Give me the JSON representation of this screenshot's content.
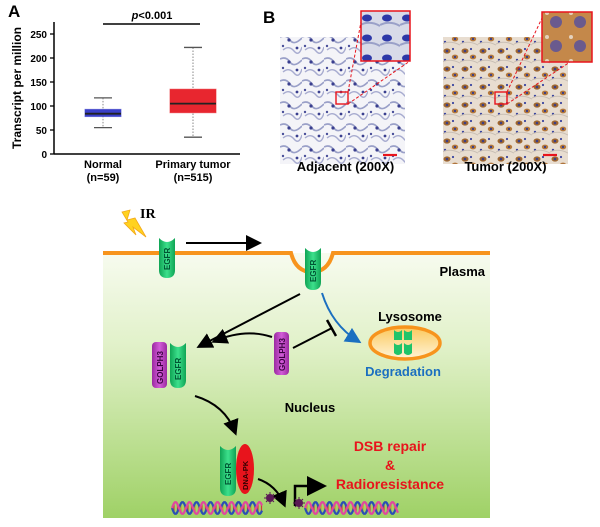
{
  "panel_a": {
    "label": "A",
    "chart_data": {
      "type": "box",
      "title": "",
      "ylabel": "Transcript per million",
      "xlabel": "",
      "ylim": [
        0,
        275
      ],
      "yticks": [
        0,
        50,
        100,
        150,
        200,
        250
      ],
      "categories": [
        "Normal",
        "Primary tumor"
      ],
      "category_sublabels": [
        "(n=59)",
        "(n=515)"
      ],
      "series": [
        {
          "name": "Normal",
          "n": 59,
          "min": 55,
          "q1": 78,
          "median": 84,
          "q3": 93,
          "max": 117,
          "color": "#3a3fc8"
        },
        {
          "name": "Primary tumor",
          "n": 515,
          "min": 35,
          "q1": 86,
          "median": 105,
          "q3": 135,
          "max": 222,
          "color": "#e8262f"
        }
      ],
      "annotation": {
        "text": "p<0.001",
        "italic_part": "p",
        "rest": "<0.001"
      }
    }
  },
  "panel_b": {
    "label": "B",
    "images": [
      {
        "caption": "Adjacent (200X)",
        "stain": "negative"
      },
      {
        "caption": "Tumor (200X)",
        "stain": "positive"
      }
    ]
  },
  "diagram": {
    "ir_label": "IR",
    "plasma_label": "Plasma",
    "lysosome_label": "Lysosome",
    "degradation_label": "Degradation",
    "nucleus_label": "Nucleus",
    "outcome_line1": "DSB repair",
    "outcome_line2": "&",
    "outcome_line3": "Radioresistance",
    "proteins": {
      "egfr": "EGFR",
      "golph3": "GOLPH3",
      "dnapk": "DNA-PK"
    },
    "colors": {
      "membrane": "#f7941d",
      "egfr": "#1fc46a",
      "golph3": "#b53dbb",
      "dnapk": "#e8141c",
      "degradation": "#1b6fc0",
      "outcome": "#e8141c"
    }
  }
}
